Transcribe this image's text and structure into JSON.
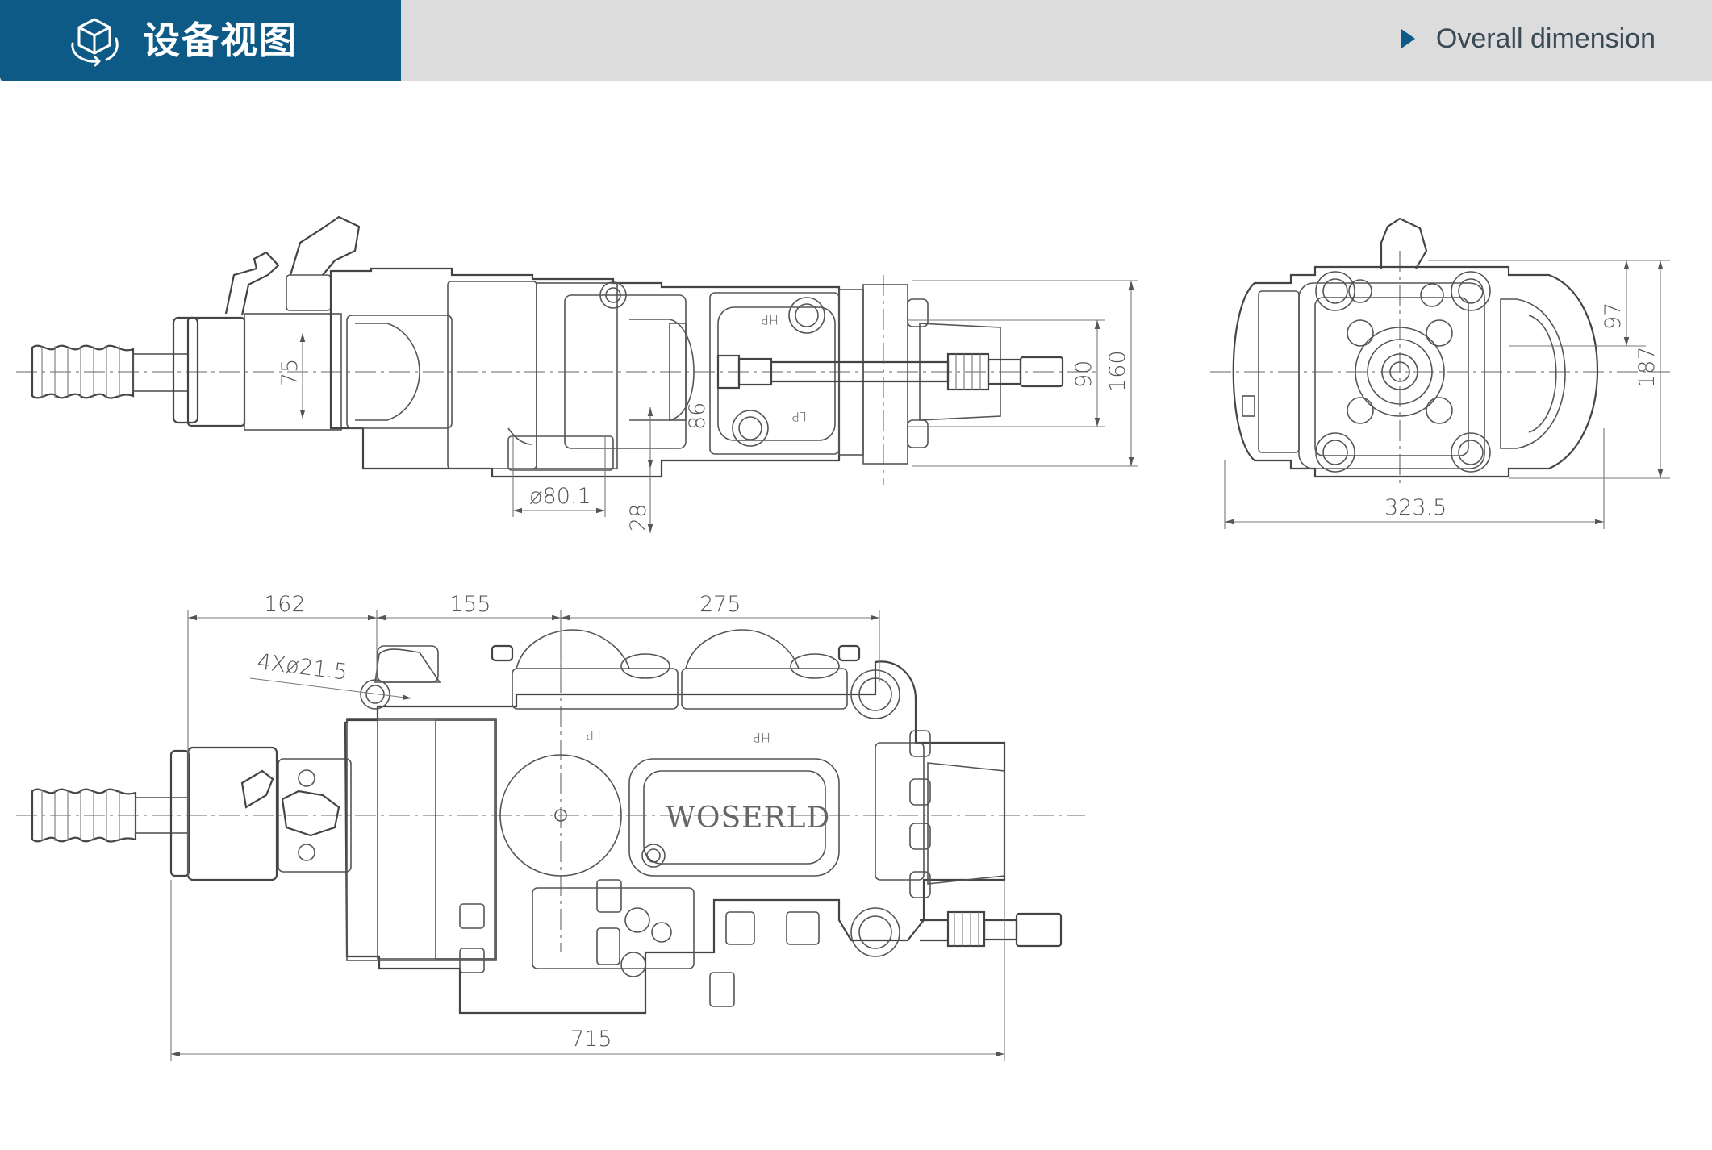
{
  "header": {
    "title": "设备视图",
    "section_link": "Overall dimension",
    "icon": "cube-rotate-icon",
    "colors": {
      "brand": "#0e5a86",
      "bar": "#dcdcdc",
      "line": "#555555"
    }
  },
  "drawing": {
    "side_view": {
      "dim_75": "75",
      "dim_90": "90",
      "dim_160": "160",
      "dim_86": "86",
      "dim_dia": "ø80.1",
      "dim_28": "28",
      "label_hp": "HP",
      "label_lp": "LP"
    },
    "end_view": {
      "dim_97": "97",
      "dim_187": "187",
      "dim_width": "323.5"
    },
    "top_view": {
      "dim_162": "162",
      "dim_155": "155",
      "dim_275": "275",
      "dim_holes": "4Xø21.5",
      "dim_715": "715",
      "brand_mark": "WOSERLD",
      "label_lp": "LP",
      "label_hp": "HP"
    }
  }
}
